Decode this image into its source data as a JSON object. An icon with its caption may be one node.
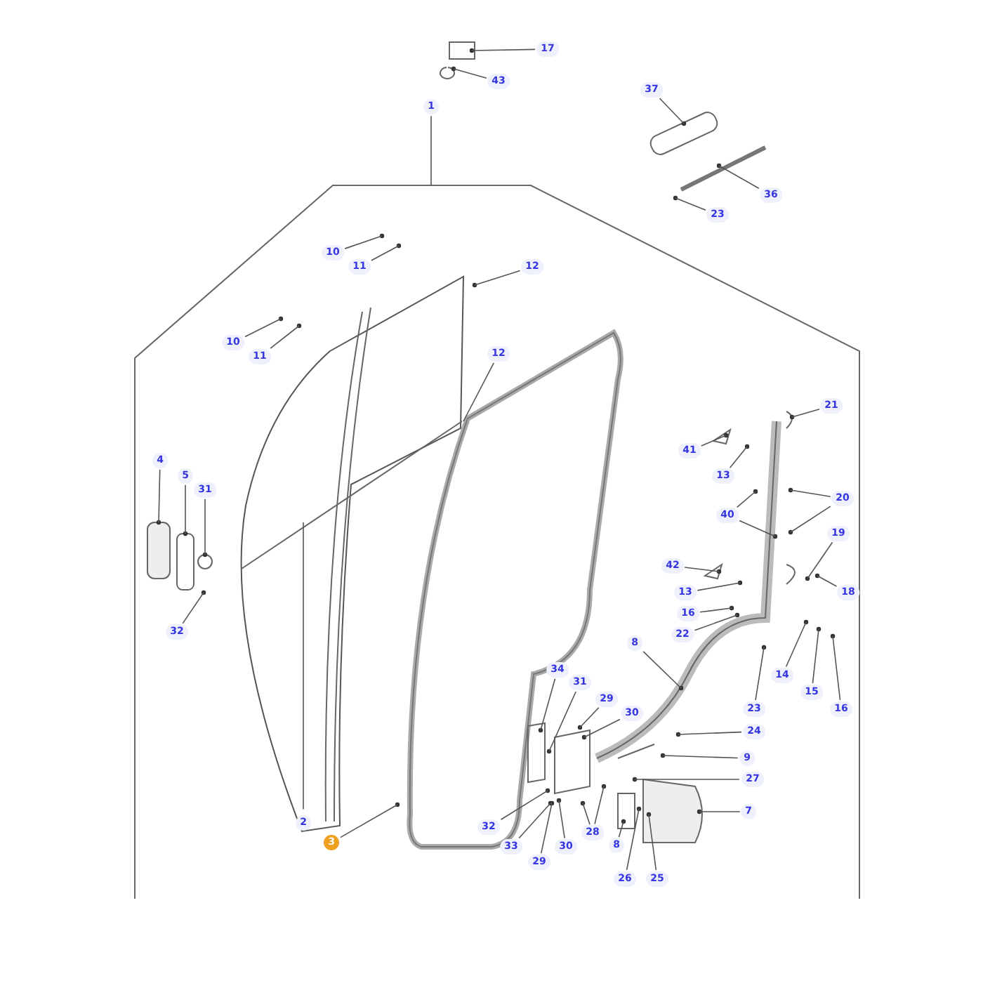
{
  "diagram": {
    "nodes": [
      {
        "text": [
          "17"
        ]
      },
      {
        "text": [
          "43"
        ]
      },
      {
        "text": [
          "1"
        ]
      },
      {
        "text": [
          "37"
        ]
      },
      {
        "text": [
          "36"
        ]
      },
      {
        "text": [
          "23"
        ]
      },
      {
        "text": [
          "10"
        ]
      },
      {
        "text": [
          "11"
        ]
      },
      {
        "text": [
          "12"
        ]
      },
      {
        "text": [
          "10"
        ]
      },
      {
        "text": [
          "11"
        ]
      },
      {
        "text": [
          "12"
        ]
      },
      {
        "text": [
          "4"
        ]
      },
      {
        "text": [
          "5"
        ]
      },
      {
        "text": [
          "21"
        ]
      },
      {
        "text": [
          "41"
        ]
      },
      {
        "text": [
          "31"
        ]
      },
      {
        "text": [
          "13"
        ]
      },
      {
        "text": [
          "20"
        ]
      },
      {
        "text": [
          "40"
        ]
      },
      {
        "text": [
          "19"
        ]
      },
      {
        "text": [
          "42"
        ]
      },
      {
        "text": [
          "18"
        ]
      },
      {
        "text": [
          "13"
        ]
      },
      {
        "text": [
          "16"
        ]
      },
      {
        "text": [
          "22"
        ]
      },
      {
        "text": [
          "32"
        ]
      },
      {
        "text": [
          "14"
        ]
      },
      {
        "text": [
          "15"
        ]
      },
      {
        "text": [
          "23"
        ]
      },
      {
        "text": [
          "16"
        ]
      },
      {
        "text": [
          "8"
        ]
      },
      {
        "text": [
          "34"
        ]
      },
      {
        "text": [
          "31"
        ]
      },
      {
        "text": [
          "29"
        ]
      },
      {
        "text": [
          "30"
        ]
      },
      {
        "text": [
          "24"
        ]
      },
      {
        "text": [
          "9"
        ]
      },
      {
        "text": [
          "27"
        ]
      },
      {
        "text": [
          "7"
        ]
      },
      {
        "text": [
          "32"
        ]
      },
      {
        "text": [
          "28"
        ]
      },
      {
        "text": [
          "33"
        ]
      },
      {
        "text": [
          "29"
        ]
      },
      {
        "text": [
          "30"
        ]
      },
      {
        "text": [
          "8"
        ]
      },
      {
        "text": [
          "26"
        ]
      },
      {
        "text": [
          "25"
        ]
      },
      {
        "text": [
          "2"
        ]
      },
      {
        "text": [
          "3"
        ]
      }
    ],
    "edges": [
      {
        "from": 0,
        "to": null,
        "arrow": "none"
      },
      {
        "from": 1,
        "to": null,
        "arrow": "none"
      },
      {
        "from": 2,
        "to": null,
        "arrow": "none"
      },
      {
        "from": 3,
        "to": null,
        "arrow": "none"
      },
      {
        "from": 4,
        "to": null,
        "arrow": "none"
      },
      {
        "from": 5,
        "to": null,
        "arrow": "none"
      },
      {
        "from": 6,
        "to": null,
        "arrow": "none"
      },
      {
        "from": 7,
        "to": null,
        "arrow": "none"
      },
      {
        "from": 8,
        "to": null,
        "arrow": "none"
      },
      {
        "from": 9,
        "to": null,
        "arrow": "none"
      },
      {
        "from": 10,
        "to": null,
        "arrow": "none"
      },
      {
        "from": 11,
        "to": null,
        "arrow": "none"
      },
      {
        "from": 12,
        "to": null,
        "arrow": "none"
      },
      {
        "from": 13,
        "to": null,
        "arrow": "none"
      },
      {
        "from": 14,
        "to": null,
        "arrow": "none"
      },
      {
        "from": 15,
        "to": null,
        "arrow": "none"
      },
      {
        "from": 16,
        "to": null,
        "arrow": "none"
      },
      {
        "from": 17,
        "to": null,
        "arrow": "none"
      },
      {
        "from": 18,
        "to": null,
        "arrow": "none"
      },
      {
        "from": 18,
        "to": null,
        "arrow": "none"
      },
      {
        "from": 19,
        "to": null,
        "arrow": "none"
      },
      {
        "from": 19,
        "to": null,
        "arrow": "none"
      },
      {
        "from": 20,
        "to": null,
        "arrow": "none"
      },
      {
        "from": 21,
        "to": null,
        "arrow": "none"
      },
      {
        "from": 22,
        "to": null,
        "arrow": "none"
      },
      {
        "from": 23,
        "to": null,
        "arrow": "none"
      },
      {
        "from": 24,
        "to": null,
        "arrow": "none"
      },
      {
        "from": 25,
        "to": null,
        "arrow": "none"
      },
      {
        "from": 26,
        "to": null,
        "arrow": "none"
      },
      {
        "from": 27,
        "to": null,
        "arrow": "none"
      },
      {
        "from": 28,
        "to": null,
        "arrow": "none"
      },
      {
        "from": 29,
        "to": null,
        "arrow": "none"
      },
      {
        "from": 30,
        "to": null,
        "arrow": "none"
      },
      {
        "from": 31,
        "to": null,
        "arrow": "none"
      },
      {
        "from": 32,
        "to": null,
        "arrow": "none"
      },
      {
        "from": 33,
        "to": null,
        "arrow": "none"
      },
      {
        "from": 34,
        "to": null,
        "arrow": "none"
      },
      {
        "from": 35,
        "to": null,
        "arrow": "none"
      },
      {
        "from": 36,
        "to": null,
        "arrow": "none"
      },
      {
        "from": 37,
        "to": null,
        "arrow": "none"
      },
      {
        "from": 38,
        "to": null,
        "arrow": "none"
      },
      {
        "from": 39,
        "to": null,
        "arrow": "none"
      },
      {
        "from": 40,
        "to": null,
        "arrow": "none"
      },
      {
        "from": 41,
        "to": null,
        "arrow": "none"
      },
      {
        "from": 41,
        "to": null,
        "arrow": "none"
      },
      {
        "from": 42,
        "to": null,
        "arrow": "none"
      },
      {
        "from": 43,
        "to": null,
        "arrow": "none"
      },
      {
        "from": 44,
        "to": null,
        "arrow": "none"
      },
      {
        "from": 45,
        "to": null,
        "arrow": "none"
      },
      {
        "from": 46,
        "to": null,
        "arrow": "none"
      },
      {
        "from": 47,
        "to": null,
        "arrow": "none"
      },
      {
        "from": 48,
        "to": null,
        "arrow": "none"
      },
      {
        "from": 49,
        "to": null,
        "arrow": "none"
      }
    ]
  }
}
